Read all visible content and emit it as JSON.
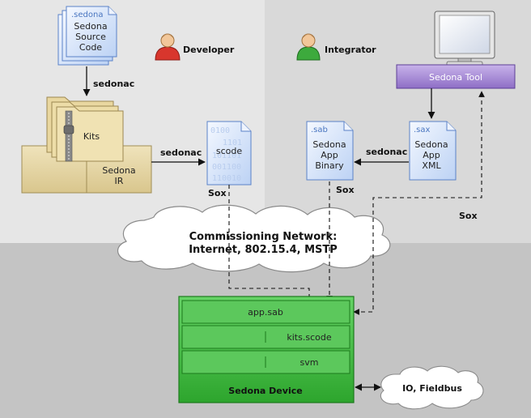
{
  "roles": {
    "developer": "Developer",
    "integrator": "Integrator"
  },
  "source_doc": {
    "tag": ".sedona",
    "line1": "Sedona",
    "line2": "Source",
    "line3": "Code"
  },
  "kits": {
    "label": "Kits"
  },
  "ir": {
    "line1": "Sedona",
    "line2": "IR"
  },
  "scode": {
    "label": "scode",
    "bits": [
      "0100",
      "1101",
      "101101",
      "001100",
      "110010"
    ]
  },
  "sab_doc": {
    "tag": ".sab",
    "line1": "Sedona",
    "line2": "App",
    "line3": "Binary"
  },
  "sax_doc": {
    "tag": ".sax",
    "line1": "Sedona",
    "line2": "App",
    "line3": "XML"
  },
  "tool": {
    "label": "Sedona Tool"
  },
  "edges": {
    "sedonac_1": "sedonac",
    "sedonac_2": "sedonac",
    "sedonac_3": "sedonac",
    "sox_1": "Sox",
    "sox_2": "Sox",
    "sox_3": "Sox"
  },
  "network": {
    "line1": "Commissioning Network:",
    "line2": "Internet, 802.15.4, MSTP"
  },
  "device": {
    "title": "Sedona Device",
    "rows": [
      "app.sab",
      "kits.scode",
      "svm"
    ]
  },
  "io": {
    "label": "IO, Fieldbus"
  },
  "colors": {
    "dev_bg": "#e6e6e6",
    "int_bg": "#d8d8d8",
    "bottom_bg": "#c4c4c4",
    "device_green": "#3cb43c",
    "tool_purple": "#a98cd6",
    "doc_blue": "#dce8fb",
    "folder_tan": "#e8d9a8"
  }
}
